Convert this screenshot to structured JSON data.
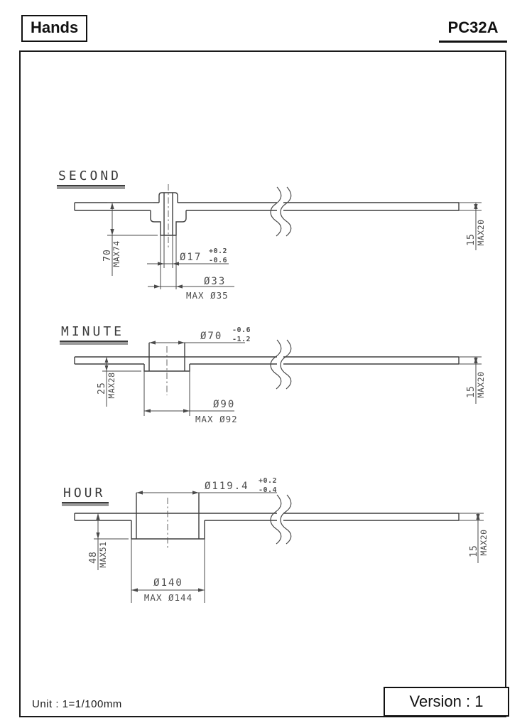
{
  "header": {
    "title": "Hands",
    "part_number": "PC32A"
  },
  "sections": {
    "second": {
      "label": "SECOND",
      "height": {
        "nominal": "70",
        "max": "MAX74"
      },
      "bore": {
        "value": "Ø17",
        "tol_upper": "+0.2",
        "tol_lower": "-0.6"
      },
      "hub": {
        "nominal": "Ø33",
        "max": "MAX Ø35"
      },
      "thickness": {
        "nominal": "15",
        "max": "MAX20"
      }
    },
    "minute": {
      "label": "MINUTE",
      "bore": {
        "value": "Ø70",
        "tol_upper": "-0.6",
        "tol_lower": "-1.2"
      },
      "height": {
        "nominal": "25",
        "max": "MAX28"
      },
      "hub": {
        "nominal": "Ø90",
        "max": "MAX Ø92"
      },
      "thickness": {
        "nominal": "15",
        "max": "MAX20"
      }
    },
    "hour": {
      "label": "HOUR",
      "bore": {
        "value": "Ø119.4",
        "tol_upper": "+0.2",
        "tol_lower": "-0.4"
      },
      "height": {
        "nominal": "48",
        "max": "MAX51"
      },
      "hub": {
        "nominal": "Ø140",
        "max": "MAX Ø144"
      },
      "thickness": {
        "nominal": "15",
        "max": "MAX20"
      }
    }
  },
  "footer": {
    "unit": "Unit  : 1=1/100mm",
    "version": "Version :  1"
  }
}
